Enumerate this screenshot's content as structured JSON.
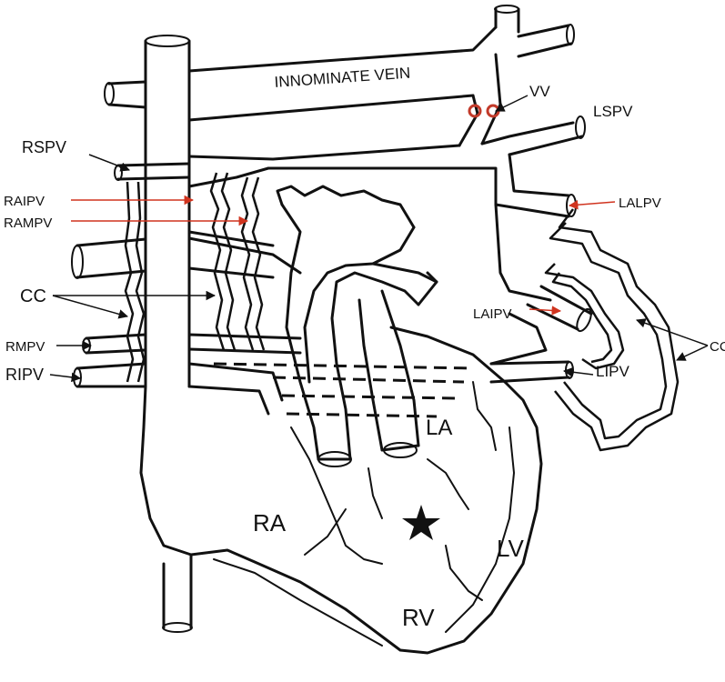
{
  "labels": {
    "innominate_vein": "INNOMINATE VEIN",
    "vv": "VV",
    "lspv": "LSPV",
    "rspv": "RSPV",
    "raipv": "RAIPV",
    "rampv": "RAMPV",
    "lalpv": "LALPV",
    "cc_left": "CC",
    "cc_right": "CC",
    "laipv": "LAIPV",
    "rmpv": "RMPV",
    "ripv": "RIPV",
    "lipv": "LIPV",
    "la": "LA",
    "ra": "RA",
    "lv": "LV",
    "rv": "RV"
  },
  "colors": {
    "ink": "#111111",
    "arrow_red": "#d0341f",
    "vv_ring": "#c23a2a",
    "background": "#ffffff"
  },
  "icons": {
    "defect_marker": "star-icon"
  }
}
